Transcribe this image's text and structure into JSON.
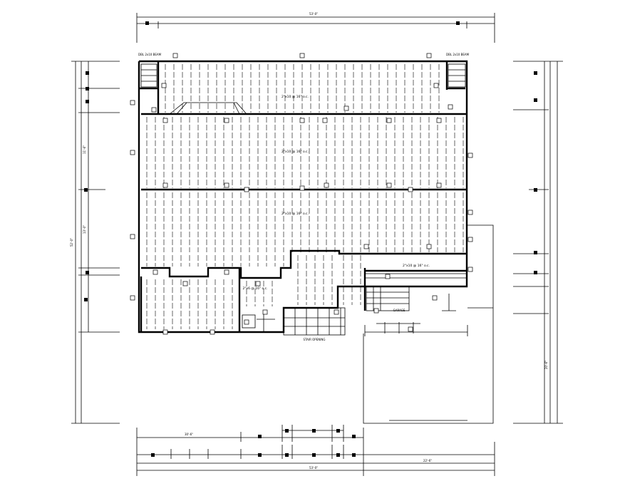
{
  "drawing": {
    "type": "floor framing plan",
    "line_color": "#000000",
    "background": "#ffffff",
    "joist_label": "2\"x10 @ 16\" o.c.",
    "joist_label_bottom": "2\"x6 @ 16\" o.c.",
    "left_dim_top": "11'-6\"",
    "left_dim_mid": "13'-0\"",
    "left_dim_total": "52'-0\"",
    "right_dim": "20'-6\"",
    "bottom_dim_left": "30'-6\"",
    "bottom_dim_right": "22'-6\"",
    "bottom_dim_total": "53'-0\"",
    "top_dim_total": "53'-0\"",
    "beam_note_left": "DBL 2x10 BEAM",
    "beam_note_right": "DBL 2x10 BEAM",
    "stair_note": "STAIR OPENING",
    "garage_note": "GARAGE"
  }
}
